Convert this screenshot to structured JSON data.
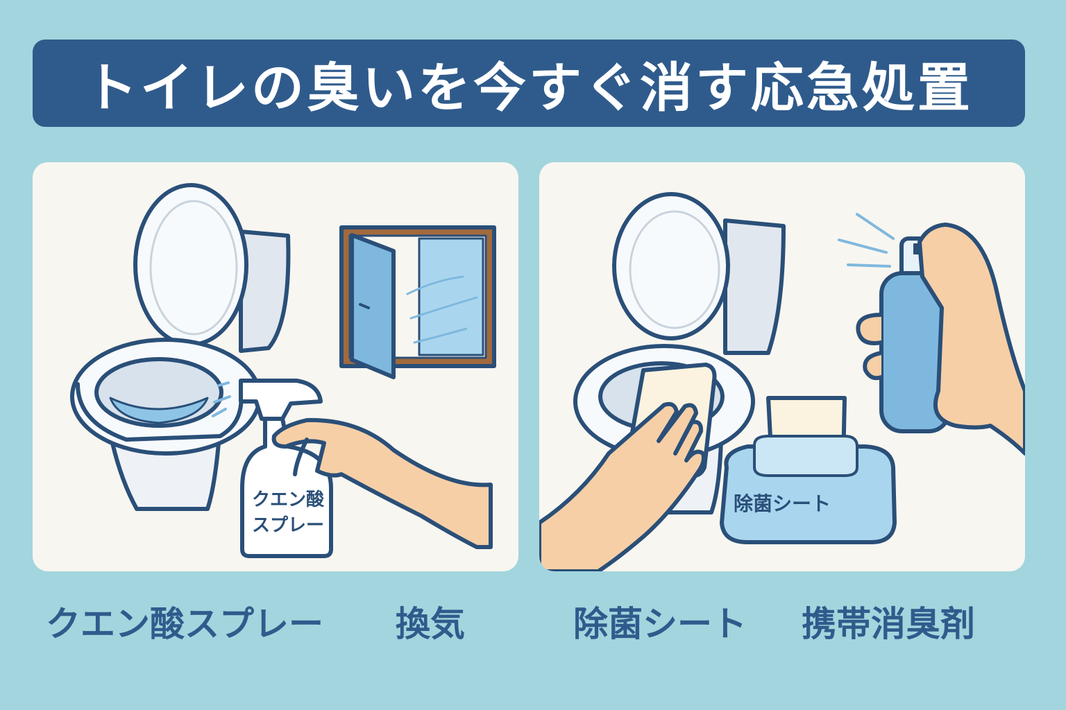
{
  "header": {
    "title": "トイレの臭いを今すぐ消す応急処置"
  },
  "panels": [
    {
      "illustration": "toilet-window-spray",
      "bottle_label_line1": "クエン酸",
      "bottle_label_line2": "スプレー",
      "captions": [
        "クエン酸スプレー",
        "換気"
      ]
    },
    {
      "illustration": "toilet-wipes-deodorizer",
      "wipes_label": "除菌シート",
      "captions": [
        "除菌シート",
        "携帯消臭剤"
      ]
    }
  ],
  "colors": {
    "background": "#a3d5de",
    "title_bar": "#2f5b8c",
    "panel": "#f8f6f0",
    "outline": "#2a4f78",
    "water": "#8ec5e6",
    "skin": "#f6cfa7",
    "window_frame": "#a26a3d"
  }
}
